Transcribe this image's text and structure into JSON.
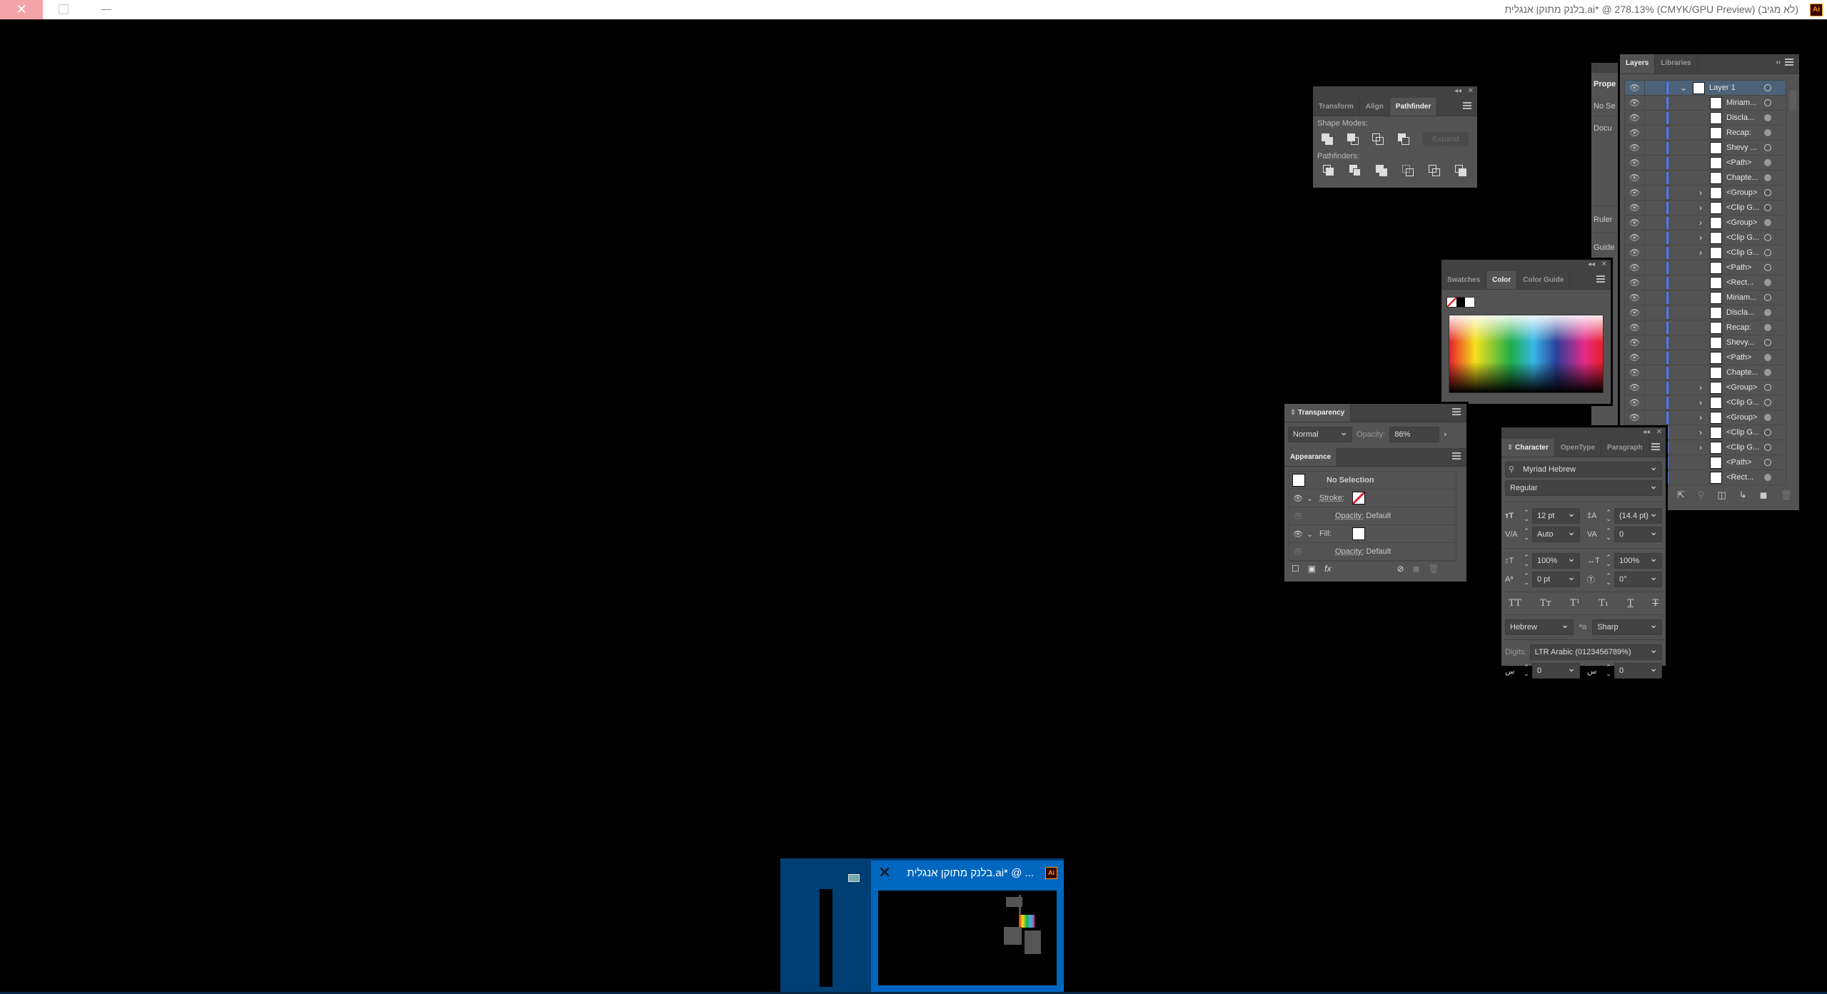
{
  "titlebar": {
    "title": "בלנק מתוקן אנגלית.ai* @ 278.13% (CMYK/GPU Preview)  (לא מגיב)",
    "app_logo": "Ai",
    "close": "✕"
  },
  "properties_panel": {
    "tab": "Prope",
    "no_selection": "No Se",
    "document": "Docu",
    "rulers": "Ruler",
    "guides": "Guide"
  },
  "layers_panel": {
    "tabs": [
      "Layers",
      "Libraries"
    ],
    "rows": [
      {
        "name": "Layer 1",
        "expand": "open",
        "target_filled": false,
        "top": true
      },
      {
        "name": "Miriam...",
        "expand": "",
        "target_filled": false
      },
      {
        "name": "Discla...",
        "expand": "",
        "target_filled": true
      },
      {
        "name": "Recap:",
        "expand": "",
        "target_filled": true
      },
      {
        "name": "Shevy ...",
        "expand": "",
        "target_filled": false
      },
      {
        "name": "<Path>",
        "expand": "",
        "target_filled": true
      },
      {
        "name": "Chapte...",
        "expand": "",
        "target_filled": true
      },
      {
        "name": "<Group>",
        "expand": "closed",
        "target_filled": false
      },
      {
        "name": "<Clip G...",
        "expand": "closed",
        "target_filled": false
      },
      {
        "name": "<Group>",
        "expand": "closed",
        "target_filled": true
      },
      {
        "name": "<Clip G...",
        "expand": "closed",
        "target_filled": false
      },
      {
        "name": "<Clip G...",
        "expand": "closed",
        "target_filled": false
      },
      {
        "name": "<Path>",
        "expand": "",
        "target_filled": false
      },
      {
        "name": "<Rect...",
        "expand": "",
        "target_filled": true
      },
      {
        "name": "Miriam...",
        "expand": "",
        "target_filled": false
      },
      {
        "name": "Discla...",
        "expand": "",
        "target_filled": true
      },
      {
        "name": "Recap:",
        "expand": "",
        "target_filled": true
      },
      {
        "name": "Shevy...",
        "expand": "",
        "target_filled": false
      },
      {
        "name": "<Path>",
        "expand": "",
        "target_filled": true
      },
      {
        "name": "Chapte...",
        "expand": "",
        "target_filled": true
      },
      {
        "name": "<Group>",
        "expand": "closed",
        "target_filled": false
      },
      {
        "name": "<Clip G...",
        "expand": "closed",
        "target_filled": false
      },
      {
        "name": "<Group>",
        "expand": "closed",
        "target_filled": true
      },
      {
        "name": "<Clip G...",
        "expand": "closed",
        "target_filled": false
      },
      {
        "name": "<Clip G...",
        "expand": "closed",
        "target_filled": false
      },
      {
        "name": "<Path>",
        "expand": "",
        "target_filled": false
      },
      {
        "name": "<Rect...",
        "expand": "",
        "target_filled": true
      }
    ]
  },
  "pathfinder_panel": {
    "tabs": [
      "Transform",
      "Align",
      "Pathfinder"
    ],
    "shape_modes_label": "Shape Modes:",
    "pathfinders_label": "Pathfinders:",
    "expand_button": "Expand"
  },
  "color_panel": {
    "tabs": [
      "Swatches",
      "Color",
      "Color Guide"
    ]
  },
  "transparency_panel": {
    "title": "Transparency",
    "blend_mode": "Normal",
    "opacity_label": "Opacity:",
    "opacity_value": "86%"
  },
  "appearance_panel": {
    "title": "Appearance",
    "no_selection": "No Selection",
    "stroke_label": "Stroke:",
    "fill_label": "Fill:",
    "opacity_label": "Opacity:",
    "opacity_value": "Default",
    "fx": "fx"
  },
  "character_panel": {
    "tabs": [
      "Character",
      "OpenType",
      "Paragraph"
    ],
    "font_family": "Myriad Hebrew",
    "font_style": "Regular",
    "font_size": "12 pt",
    "leading": "(14.4 pt)",
    "kerning": "Auto",
    "tracking": "0",
    "vertical_scale": "100%",
    "horizontal_scale": "100%",
    "baseline_shift": "0 pt",
    "rotation": "0°",
    "caps_buttons": [
      "TT",
      "Tт",
      "T¹",
      "T₁",
      "T",
      "T"
    ],
    "language": "Hebrew",
    "antialias": "Sharp",
    "digits_label": "Digits:",
    "digits_value": "LTR Arabic (0123456789%)",
    "kashida_left": "0",
    "kashida_right": "0"
  },
  "taskbar_preview": {
    "title": "בלנק מתוקן אנגלית.ai* @ ...",
    "app_logo": "Ai",
    "close": "✕"
  }
}
